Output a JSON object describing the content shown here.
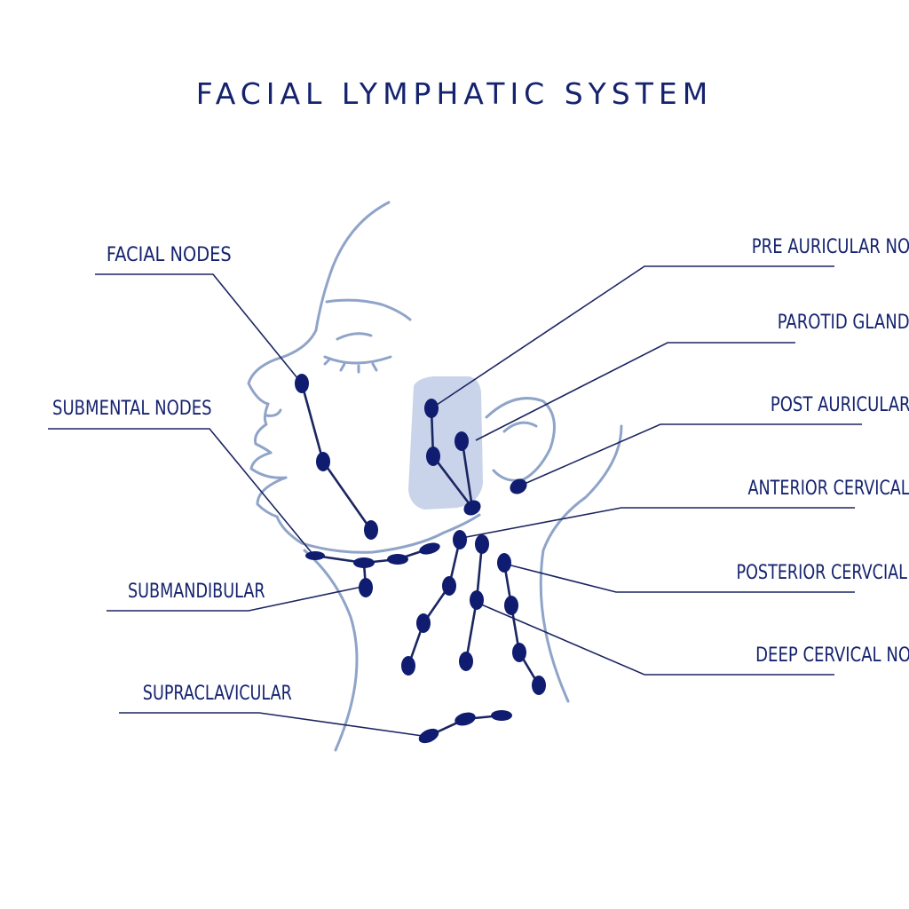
{
  "title": "FACIAL LYMPHATIC SYSTEM",
  "labels": {
    "facial_nodes": "FACIAL NODES",
    "submental_nodes": "SUBMENTAL NODES",
    "submandibular": "SUBMANDIBULAR",
    "supraclavicular": "SUPRACLAVICULAR",
    "pre_auricular_nodes": "PRE AURICULAR NODES",
    "parotid_gland": "PAROTID GLAND",
    "post_auricular_nodes": "POST AURICULAR NODES",
    "anterior_cervical_nodes": "ANTERIOR CERVICAL NODES",
    "posterior_cervical_nodes": "POSTERIOR CERVCIAL NODES",
    "deep_cervical_nodes": "DEEP CERVICAL NODES"
  },
  "colors": {
    "text": "#15236e",
    "node": "#0f1c70",
    "outline": "#8fa4c8",
    "gland": "#c9d3ea"
  }
}
